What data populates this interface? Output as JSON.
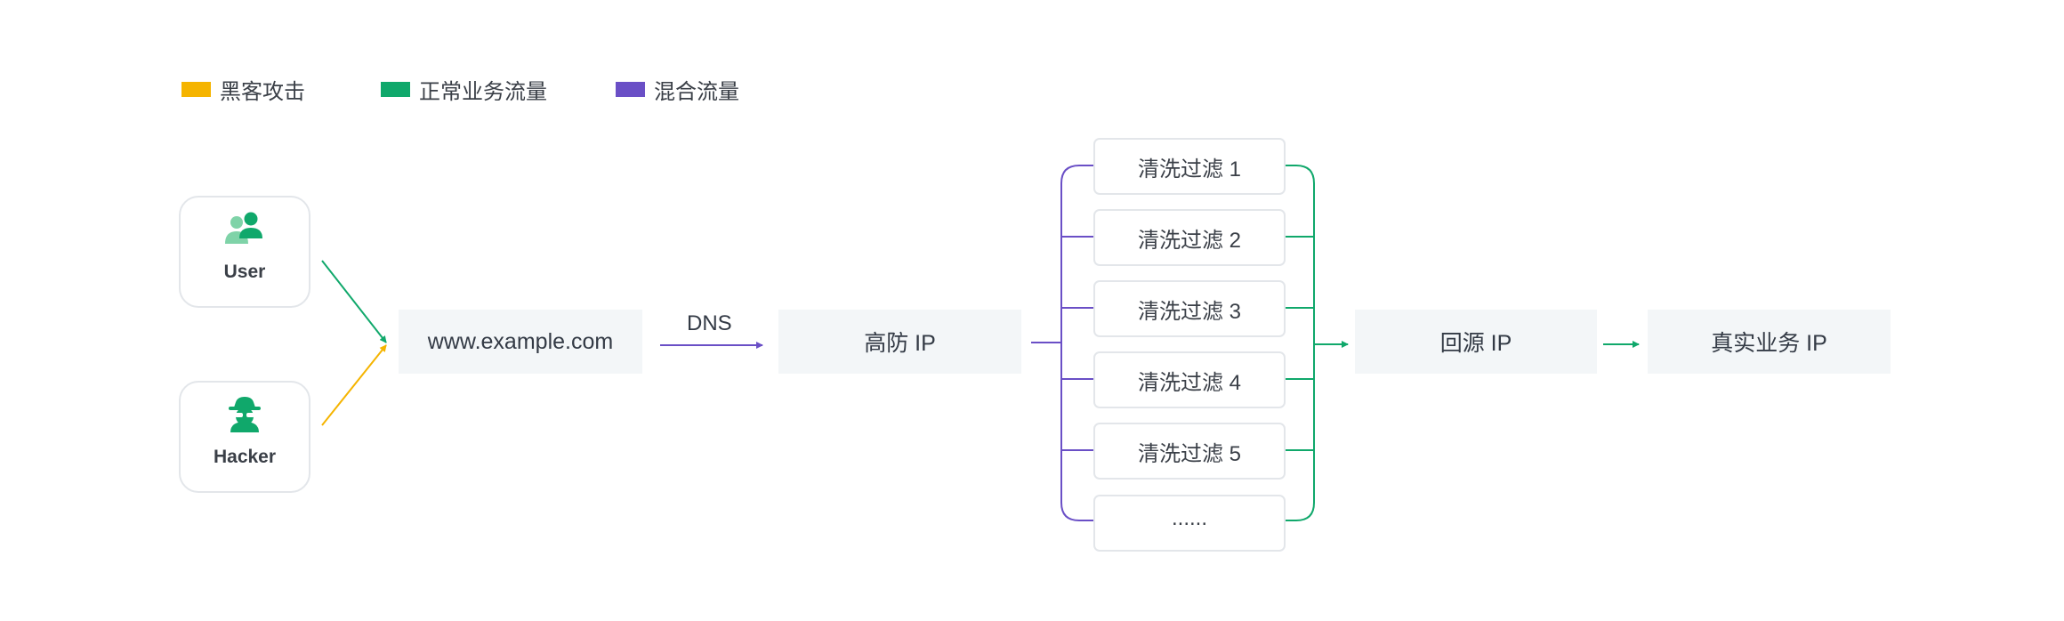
{
  "legend": [
    {
      "label": "黑客攻击",
      "color": "#f5b400"
    },
    {
      "label": "正常业务流量",
      "color": "#10a86b"
    },
    {
      "label": "混合流量",
      "color": "#6a4fc6"
    }
  ],
  "actors": {
    "user": {
      "label": "User",
      "icon": "users-icon"
    },
    "hacker": {
      "label": "Hacker",
      "icon": "hacker-icon"
    }
  },
  "nodes": {
    "domain": "www.example.com",
    "dns": "DNS",
    "high_defense_ip": "高防 IP",
    "origin_ip": "回源 IP",
    "real_ip": "真实业务 IP"
  },
  "filters": [
    "清洗过滤 1",
    "清洗过滤 2",
    "清洗过滤 3",
    "清洗过滤 4",
    "清洗过滤 5",
    "......"
  ]
}
